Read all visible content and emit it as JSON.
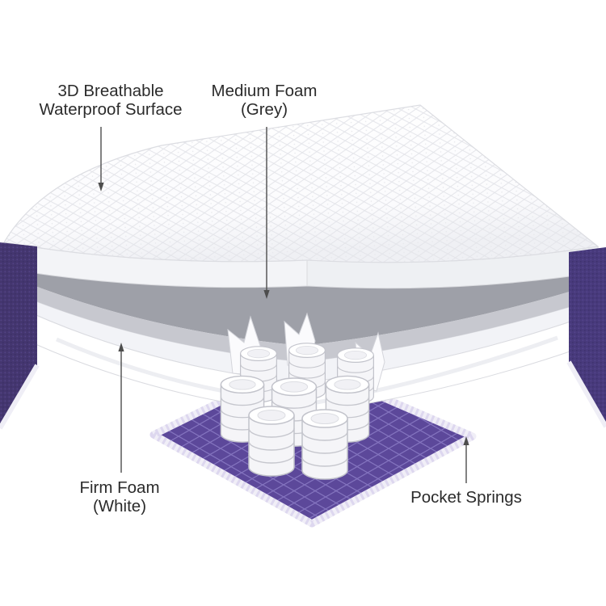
{
  "diagram": {
    "labels": {
      "surface_line1": "3D Breathable",
      "surface_line2": "Waterproof Surface",
      "medium_line1": "Medium Foam",
      "medium_line2": "(Grey)",
      "firm_line1": "Firm Foam",
      "firm_line2": "(White)",
      "springs": "Pocket Springs"
    },
    "colors": {
      "quilt_white": "#ffffff",
      "quilt_stitch": "#e3e4e9",
      "medium_foam_grey_top": "#9ea0a8",
      "medium_foam_grey_front": "#c7c8cf",
      "firm_foam_white": "#ffffff",
      "base_purple": "#5c489a",
      "base_grid_purple": "#8b7cc6",
      "side_fabric_purple": "#44366f",
      "trim_white": "#f0eef7",
      "spring_outline": "#c2c3cb",
      "label_text": "#2b2b2b",
      "leader_line": "#4d4d4d"
    }
  }
}
